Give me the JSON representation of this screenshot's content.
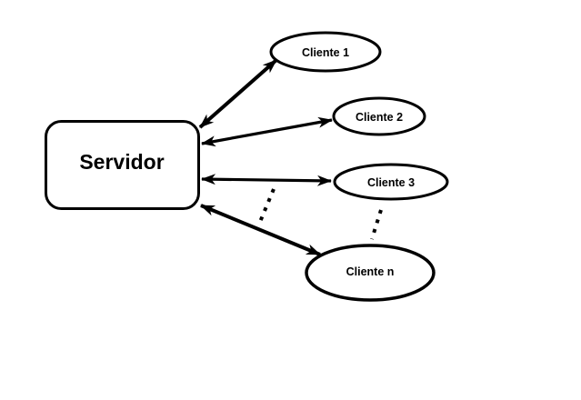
{
  "diagram": {
    "type": "client-server-architecture",
    "server": {
      "label": "Servidor"
    },
    "clients": [
      {
        "label": "Cliente 1"
      },
      {
        "label": "Cliente 2"
      },
      {
        "label": "Cliente 3"
      },
      {
        "label": "Cliente n"
      }
    ],
    "connections": [
      {
        "from": "Servidor",
        "to": "Cliente 1",
        "style": "double-arrow"
      },
      {
        "from": "Servidor",
        "to": "Cliente 2",
        "style": "double-arrow"
      },
      {
        "from": "Servidor",
        "to": "Cliente 3",
        "style": "double-arrow"
      },
      {
        "from": "Servidor",
        "to": "Cliente n",
        "style": "double-arrow"
      }
    ],
    "ellipsis_marks": [
      {
        "location": "between arrow to Cliente 3 and arrow to Cliente n",
        "style": "dotted"
      },
      {
        "location": "between Cliente 3 and Cliente n",
        "style": "dotted"
      }
    ]
  },
  "colors": {
    "background": "#ffffff",
    "stroke": "#000000",
    "text": "#000000",
    "shape_fill": "#ffffff"
  }
}
